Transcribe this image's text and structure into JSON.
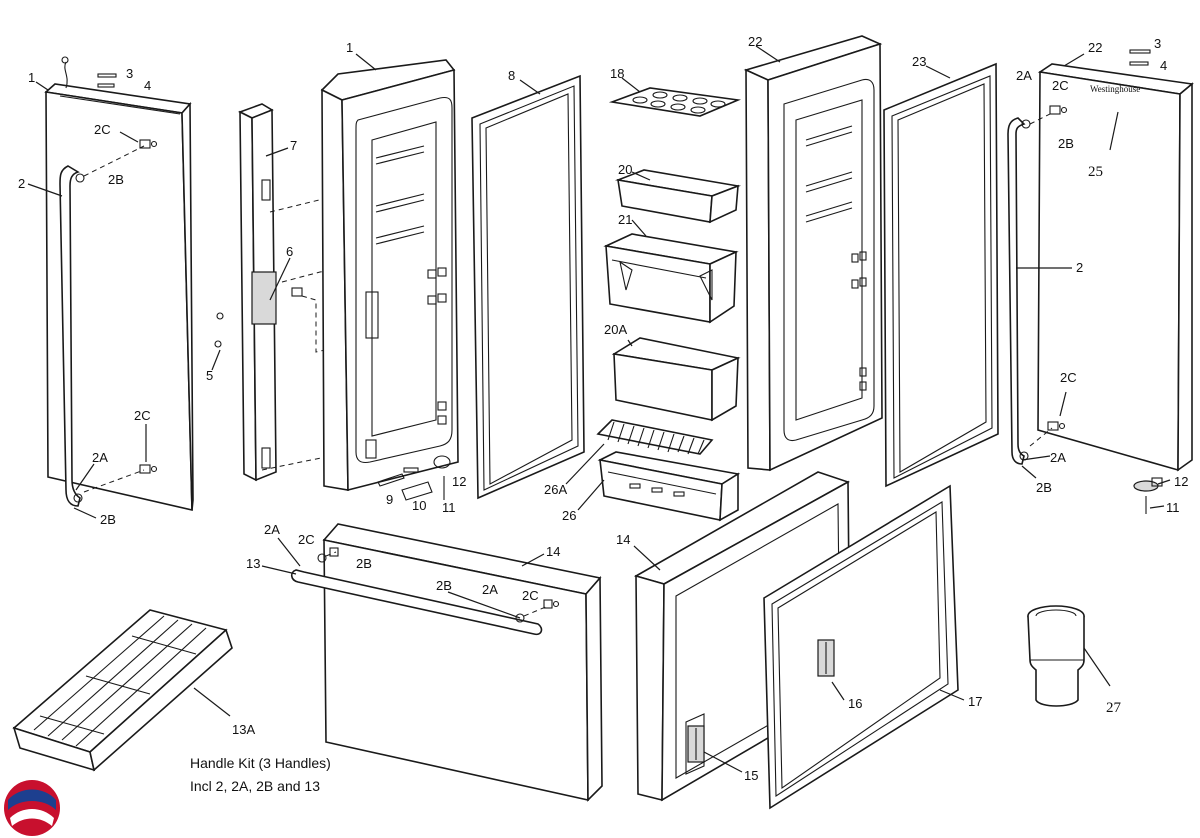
{
  "diagram": {
    "brand_text": "Westinghouse",
    "handle_kit": {
      "line1": "Handle Kit (3 Handles)",
      "line2": "Incl 2, 2A, 2B and 13"
    },
    "labels": {
      "l1a": "1",
      "l3a": "3",
      "l4a": "4",
      "l2Ca": "2C",
      "l2a": "2",
      "l2Ba": "2B",
      "l2Cb": "2C",
      "l2Aa": "2A",
      "l2Bb": "2B",
      "l7": "7",
      "l6": "6",
      "l5": "5",
      "l1b": "1",
      "l9": "9",
      "l10": "10",
      "l11a": "11",
      "l12a": "12",
      "l8": "8",
      "l18": "18",
      "l20": "20",
      "l21": "21",
      "l20A": "20A",
      "l26A": "26A",
      "l26": "26",
      "l22a": "22",
      "l23": "23",
      "l22b": "22",
      "l3b": "3",
      "l4b": "4",
      "l2Ab": "2A",
      "l2Cc": "2C",
      "l2Bc": "2B",
      "l25": "25",
      "l2b": "2",
      "l2Cd": "2C",
      "l2Ac": "2A",
      "l2Bd": "2B",
      "l12b": "12",
      "l11b": "11",
      "l2Ad": "2A",
      "l2Ce": "2C",
      "l13": "13",
      "l2Be": "2B",
      "l14a": "14",
      "l2Bf": "2B",
      "l2Ae": "2A",
      "l2Cf": "2C",
      "l14b": "14",
      "l16": "16",
      "l17": "17",
      "l15": "15",
      "l13A": "13A",
      "l27": "27"
    }
  }
}
